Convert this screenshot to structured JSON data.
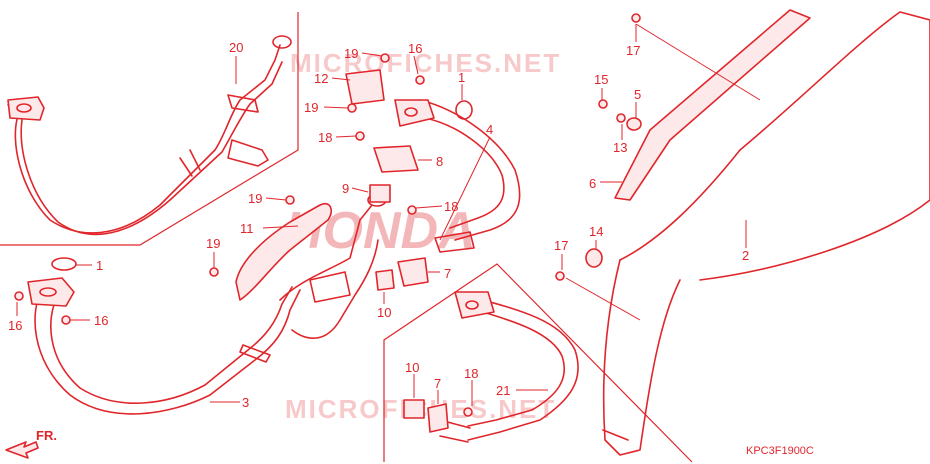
{
  "watermark_top": "MICROFICHES.NET",
  "watermark_bottom": "MICROFICHES.NET",
  "brand_watermark": "HONDA",
  "diagram_code": "KPC3F1900C",
  "direction_label": "FR.",
  "callouts": {
    "c20": "20",
    "c19a": "19",
    "c16a": "16",
    "c12": "12",
    "c1a": "1",
    "c19b": "19",
    "c18a": "18",
    "c8": "8",
    "c4": "4",
    "c9": "9",
    "c19c": "19",
    "c11": "11",
    "c18b": "18",
    "c19d": "19",
    "c7a": "7",
    "c1b": "1",
    "c16b": "16",
    "c16c": "16",
    "c3": "3",
    "c10a": "10",
    "c17a": "17",
    "c15": "15",
    "c5": "5",
    "c13": "13",
    "c6": "6",
    "c14": "14",
    "c17b": "17",
    "c2": "2",
    "c10b": "10",
    "c7b": "7",
    "c18c": "18",
    "c21": "21"
  },
  "colors": {
    "line": "#e0262b",
    "watermark": "#f7c9ca",
    "background": "#ffffff"
  }
}
